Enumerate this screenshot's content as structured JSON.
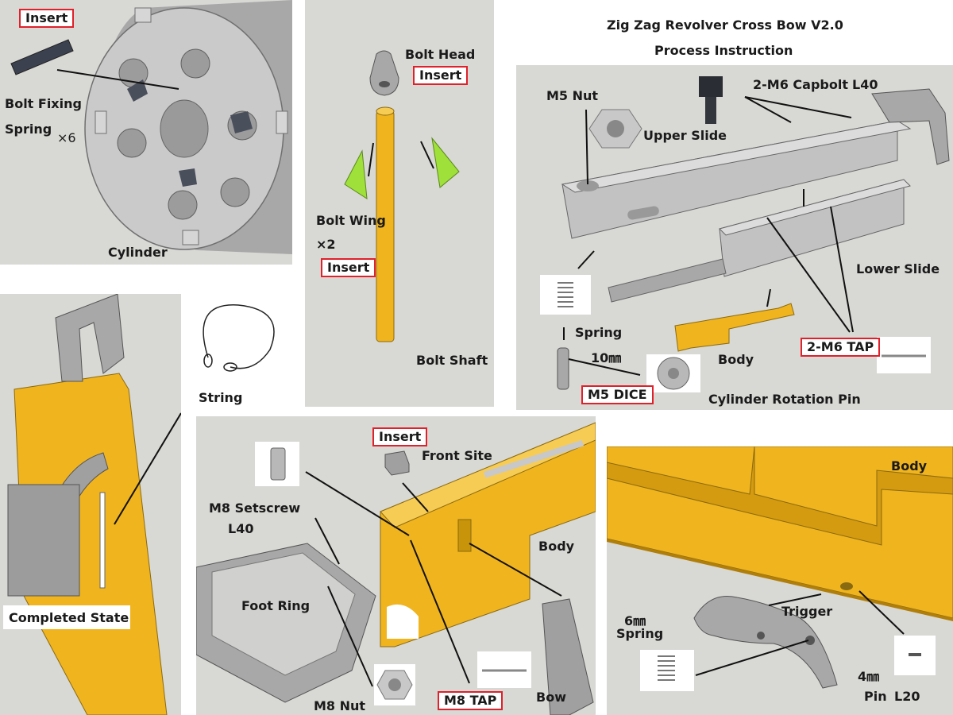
{
  "title": {
    "line1": "Zig Zag Revolver Cross Bow V2.0",
    "line2": "Process Instruction"
  },
  "cylinder_panel": {
    "insert": "Insert",
    "bolt_fixing": "Bolt Fixing",
    "spring": "Spring",
    "qty": "×6",
    "cylinder": "Cylinder"
  },
  "bolt_panel": {
    "bolt_head": "Bolt Head",
    "insert_head": "Insert",
    "bolt_wing": "Bolt Wing",
    "qty": "×2",
    "insert_wing": "Insert",
    "bolt_shaft": "Bolt Shaft"
  },
  "slide_panel": {
    "m5_nut": "M5 Nut",
    "capbolt": "2-M6 Capbolt",
    "l40": "L40",
    "upper_slide": "Upper Slide",
    "lower_slide": "Lower Slide",
    "spring": "Spring",
    "spring_len": "10㎜",
    "body": "Body",
    "tap": "2-M6 TAP",
    "dice": "M5 DICE",
    "rotation_pin": "Cylinder Rotation Pin"
  },
  "completed_panel": {
    "string": "String",
    "completed": "Completed State"
  },
  "front_panel": {
    "insert": "Insert",
    "front_site": "Front Site",
    "setscrew": "M8 Setscrew",
    "setscrew_len": "L40",
    "body": "Body",
    "foot_ring": "Foot Ring",
    "m8_nut": "M8 Nut",
    "m8_tap": "M8 TAP",
    "bow": "Bow"
  },
  "trigger_panel": {
    "body": "Body",
    "trigger": "Trigger",
    "spring_size": "6㎜",
    "spring": "Spring",
    "pin_size": "4㎜",
    "pin": "Pin",
    "pin_len": "L20"
  },
  "colors": {
    "panel_bg": "#d8d8d4",
    "gray_part": "#b4b4b4",
    "yellow_part": "#f0b41e",
    "green_part": "#9fe03a",
    "label_border": "#e0202a"
  }
}
